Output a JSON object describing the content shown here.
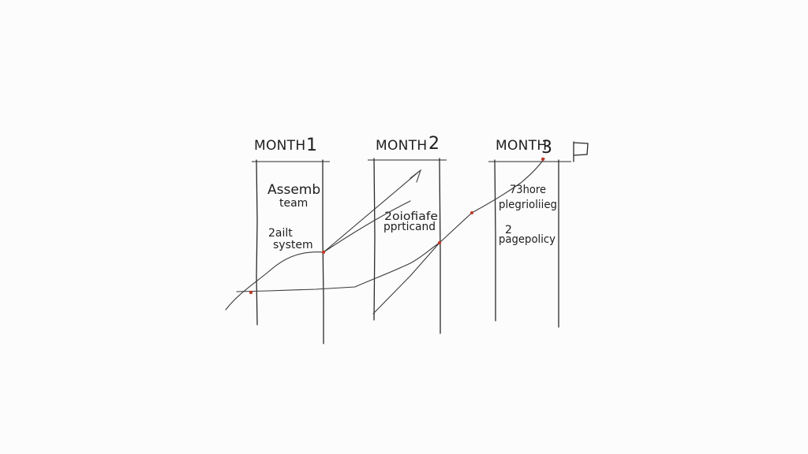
{
  "months": [
    {
      "word": "MONTH",
      "number": "1"
    },
    {
      "word": "MONTH",
      "number": "2"
    },
    {
      "word": "MONTH",
      "number": "3"
    }
  ],
  "notes": {
    "month1": [
      "Assemb",
      "team",
      "2ailt",
      "system"
    ],
    "month2": [
      "2oiofiafe",
      "pprticand"
    ],
    "month3": [
      "73hore",
      "plegrioliieg",
      "2",
      "pagepolicy"
    ]
  },
  "colors": {
    "ink": "#1e1e1e",
    "marker": "#c0392b",
    "paper": "#fcfcfc"
  },
  "icons": [
    "flag-icon",
    "arrow-icon"
  ]
}
